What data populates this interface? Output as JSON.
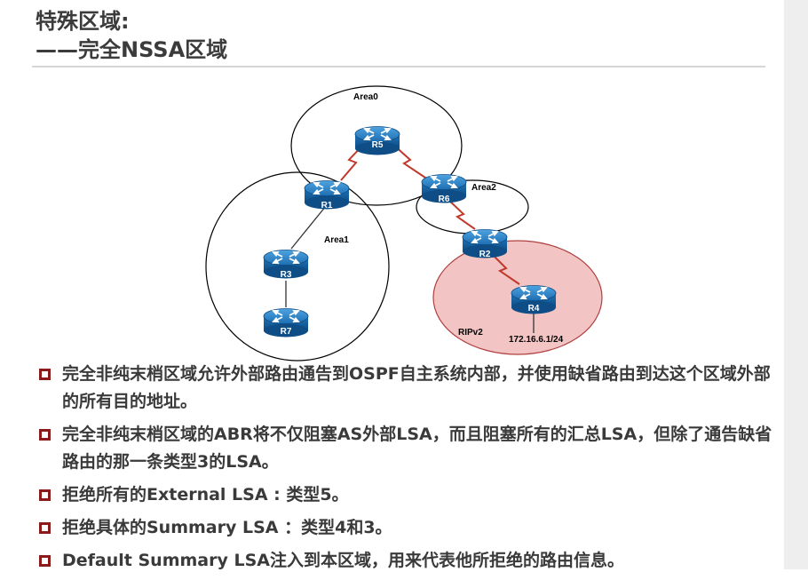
{
  "title": {
    "line1": "特殊区域:",
    "line2": "——完全NSSA区域"
  },
  "diagram": {
    "areas": {
      "area0": "Area0",
      "area1": "Area1",
      "area2": "Area2",
      "rip": "RIPv2"
    },
    "routers": {
      "r5": "R5",
      "r1": "R1",
      "r6": "R6",
      "r3": "R3",
      "r2": "R2",
      "r7": "R7",
      "r4": "R4"
    },
    "network_label": "172.16.6.1/24",
    "colors": {
      "router_body": "#1a6fb5",
      "serial_link": "#c0392b",
      "rip_fill": "#f2c4c4"
    }
  },
  "bullets": [
    "完全非纯末梢区域允许外部路由通告到OSPF自主系统内部，并使用缺省路由到达这个区域外部的所有目的地址。",
    "完全非纯末梢区域的ABR将不仅阻塞AS外部LSA，而且阻塞所有的汇总LSA，但除了通告缺省路由的那一条类型3的LSA。",
    "拒绝所有的External LSA : 类型5。",
    "拒绝具体的Summary LSA ：类型4和3。",
    "Default Summary LSA注入到本区域，用来代表他所拒绝的路由信息。"
  ]
}
